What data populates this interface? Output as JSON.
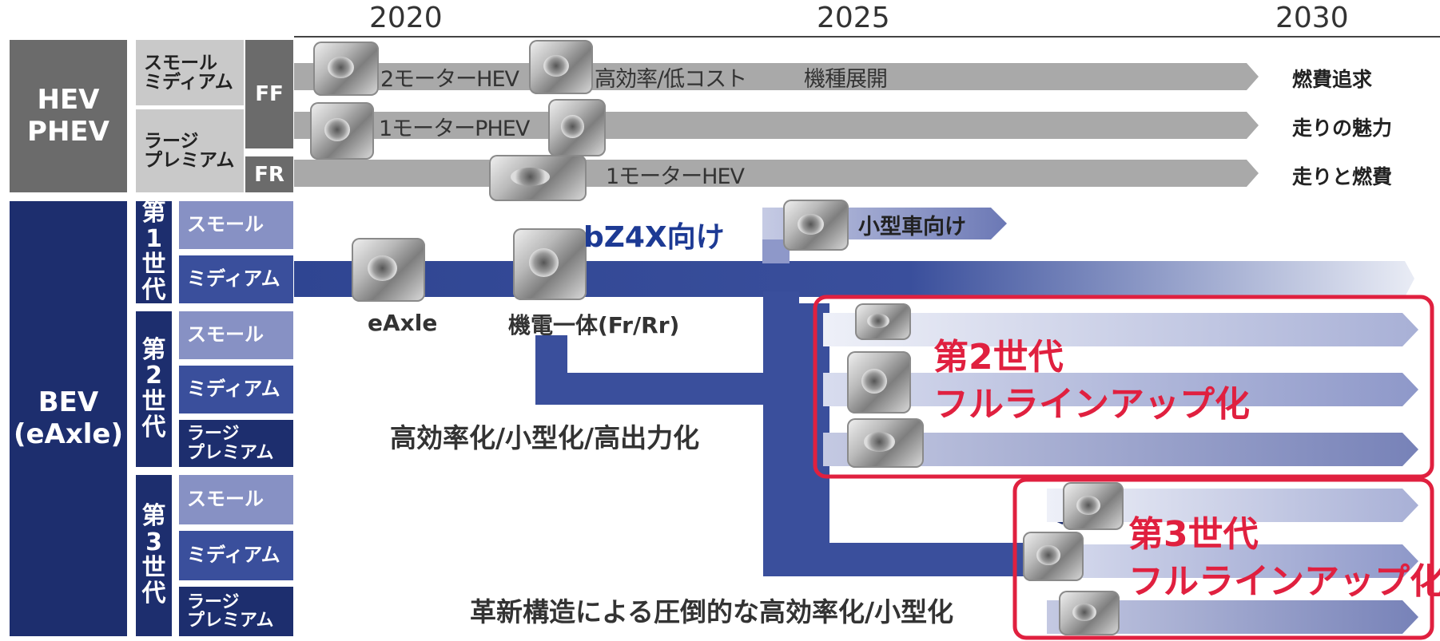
{
  "years": [
    "2020",
    "2025",
    "2030"
  ],
  "left": {
    "hev_phev": "HEV\nPHEV",
    "bev": "BEV\n(eAxle)",
    "hev_segments": [
      "スモール\nミディアム",
      "ラージ\nプレミアム"
    ],
    "ff": "FF",
    "fr": "FR",
    "generations": [
      {
        "chars": [
          "第",
          "1",
          "世",
          "代"
        ],
        "segments": [
          "スモール",
          "ミディアム"
        ]
      },
      {
        "chars": [
          "第",
          "2",
          "世",
          "代"
        ],
        "segments": [
          "スモール",
          "ミディアム",
          "ラージ\nプレミアム"
        ]
      },
      {
        "chars": [
          "第",
          "3",
          "世",
          "代"
        ],
        "segments": [
          "スモール",
          "ミディアム",
          "ラージ\nプレミアム"
        ]
      }
    ]
  },
  "hev_rows": [
    {
      "items": [
        "2モーターHEV",
        "高効率/低コスト",
        "機種展開"
      ],
      "result": "燃費追求"
    },
    {
      "items": [
        "1モーターPHEV"
      ],
      "result": "走りの魅力"
    },
    {
      "items": [
        "1モーターHEV"
      ],
      "result": "走りと燃費"
    }
  ],
  "bev": {
    "bz4x": "bZ4X向け",
    "small_car": "小型車向け",
    "eaxle": "eAxle",
    "kiden": "機電一体(Fr/Rr)",
    "gen2_desc": "高効率化/小型化/高出力化",
    "gen3_desc": "革新構造による圧倒的な高効率化/小型化",
    "gen2_title": [
      "第2世代",
      "フルラインアップ化"
    ],
    "gen3_title": [
      "第3世代",
      "フルラインアップ化"
    ]
  },
  "colors": {
    "hev_dark": "#6b6b6b",
    "hev_light": "#c9c9c9",
    "bev_navy": "#1d2e6e",
    "bev_blue": "#3a4f9c",
    "seg_light": "#8791c4",
    "red": "#e0203f",
    "gray_arrow": "#a9a9a9"
  },
  "icons": [
    "motor-unit-icon",
    "arrow-head-icon"
  ]
}
